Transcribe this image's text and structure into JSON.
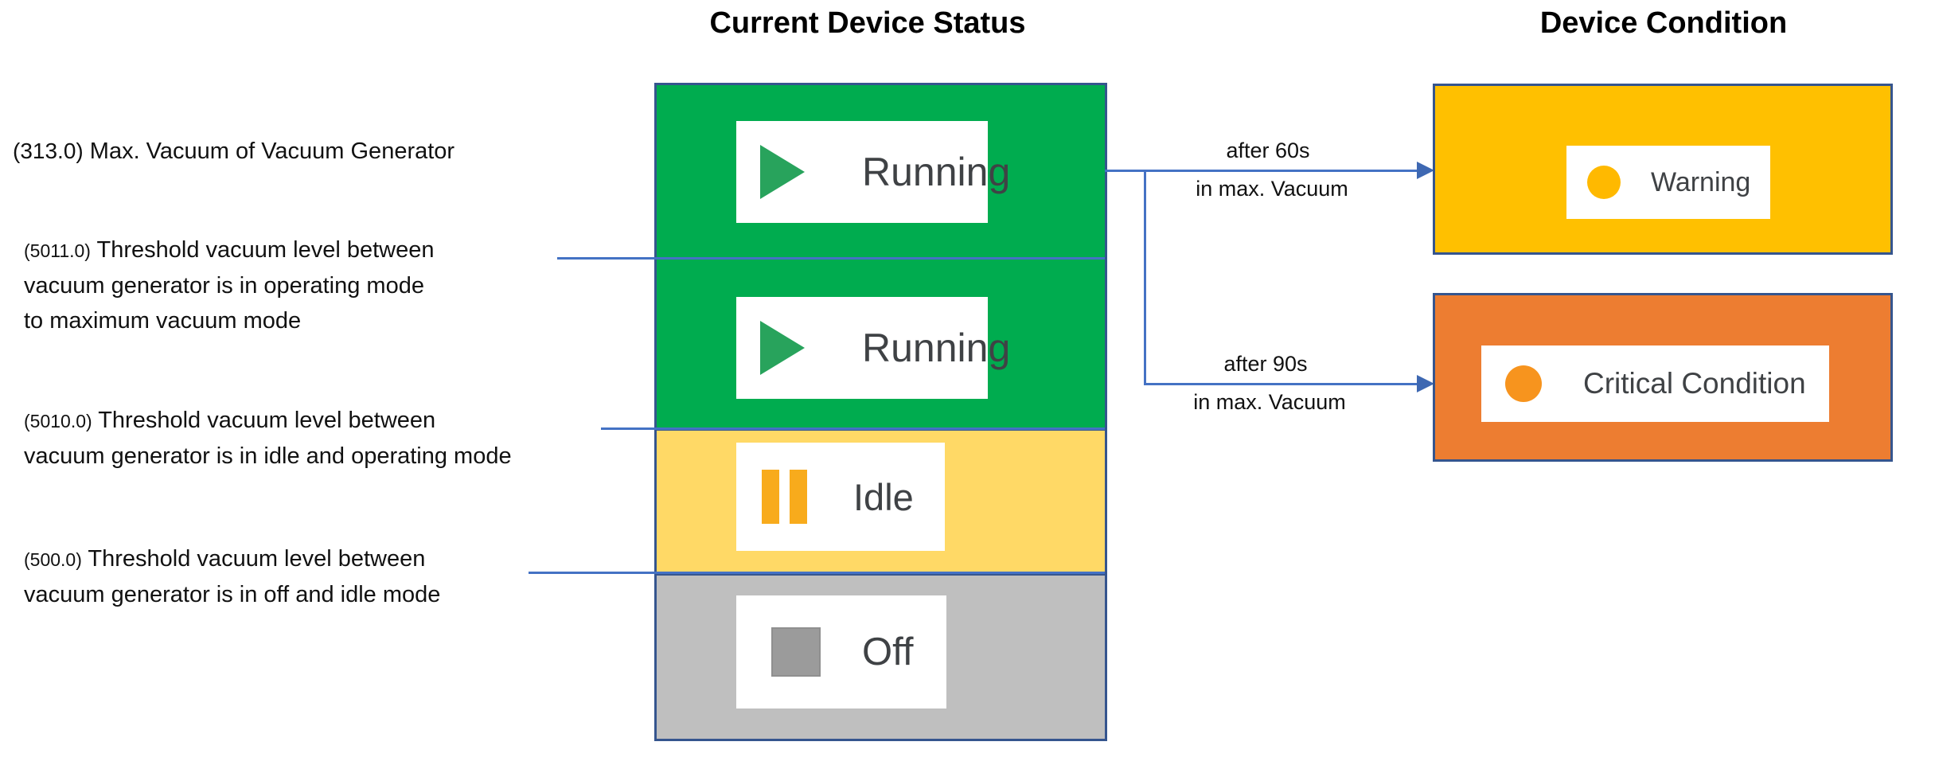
{
  "titles": {
    "current_device_status": "Current Device Status",
    "device_condition": "Device Condition"
  },
  "left_labels": [
    {
      "code": "(313.0)",
      "lines": [
        "Max. Vacuum of Vacuum Generator"
      ]
    },
    {
      "code": "(5011.0)",
      "lines": [
        "Threshold vacuum level between",
        "vacuum generator is in operating mode",
        "to maximum vacuum mode"
      ]
    },
    {
      "code": "(5010.0)",
      "lines": [
        "Threshold vacuum level between",
        "vacuum generator is in idle and operating mode"
      ]
    },
    {
      "code": "(500.0)",
      "lines": [
        "Threshold vacuum level between",
        "vacuum generator is in off and idle mode"
      ]
    }
  ],
  "status_column": {
    "boxes": [
      {
        "state": "running-max-vacuum",
        "label": "Running",
        "icon": "play-icon",
        "bg": "#00AC4F"
      },
      {
        "state": "running-operating",
        "label": "Running",
        "icon": "play-icon",
        "bg": "#00AC4F"
      },
      {
        "state": "idle",
        "label": "Idle",
        "icon": "pause-icon",
        "bg": "#FFD966"
      },
      {
        "state": "off",
        "label": "Off",
        "icon": "stop-icon",
        "bg": "#BFBFBF"
      }
    ]
  },
  "condition_boxes": [
    {
      "label": "Warning",
      "icon": "warning-dot-icon",
      "bg": "#FFC000",
      "dot": "#FFB900"
    },
    {
      "label": "Critical Condition",
      "icon": "critical-dot-icon",
      "bg": "#ED7D31",
      "dot": "#F7941E"
    }
  ],
  "transitions": [
    {
      "line1": "after 60s",
      "line2": "in max. Vacuum"
    },
    {
      "line1": "after 90s",
      "line2": "in max. Vacuum"
    }
  ],
  "colors": {
    "running_green": "#00AC4F",
    "idle_yellow": "#FFD966",
    "off_gray": "#BFBFBF",
    "warning_gold": "#FFC000",
    "critical_orange": "#ED7D31",
    "box_border_blue": "#35558E",
    "connector_blue": "#4472C4",
    "play_triangle_green": "#28A35C",
    "pause_bar_amber": "#F8AB1C",
    "warning_dot": "#FFB900",
    "critical_dot": "#F7941E"
  }
}
